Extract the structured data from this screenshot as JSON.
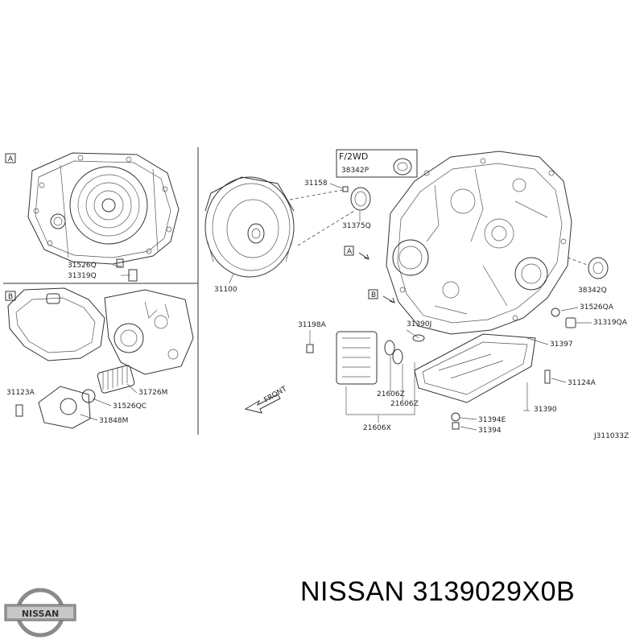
{
  "diagram_code": "J311033Z",
  "front_label": "FRONT",
  "variant_label": "F/2WD",
  "box_a": "A",
  "box_b": "B",
  "labels": {
    "p31526q": "31526Q",
    "p31319q": "31319Q",
    "p31100": "31100",
    "p31158": "31158",
    "p38342p": "38342P",
    "p31375q": "31375Q",
    "p38342q": "38342Q",
    "p31526qa": "31526QA",
    "p31319qa": "31319QA",
    "p31198a": "31198A",
    "p31390j": "31390J",
    "p31397": "31397",
    "p31124a": "31124A",
    "p21606z1": "21606Z",
    "p21606z2": "21606Z",
    "p21606x": "21606X",
    "p31390": "31390",
    "p31394e": "31394E",
    "p31394": "31394",
    "p31123a": "31123A",
    "p31726m": "31726M",
    "p31526qc": "31526QC",
    "p31848m": "31848M"
  },
  "logo_text": "NISSAN",
  "footer": {
    "brand": "NISSAN",
    "part_number": "3139029X0B"
  }
}
